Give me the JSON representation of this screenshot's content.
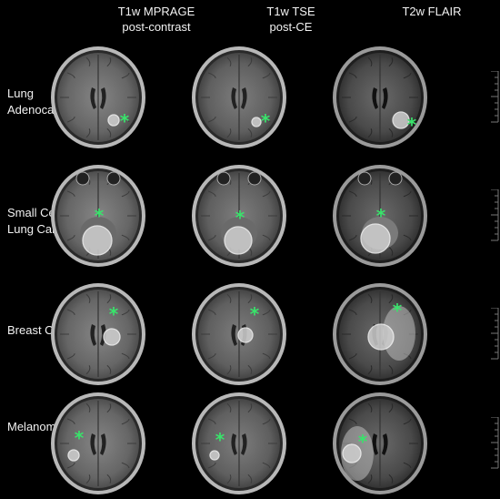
{
  "columns": [
    {
      "line1": "T1w MPRAGE",
      "line2": "post-contrast"
    },
    {
      "line1": "T1w TSE",
      "line2": "post-CE"
    },
    {
      "line1": "T2w FLAIR",
      "line2": ""
    }
  ],
  "rows": [
    {
      "line1": "Lung",
      "line2": "Adenocarcinoma"
    },
    {
      "line1": "Small Cell",
      "line2": "Lung Cancer"
    },
    {
      "line1": "Breast Cancer",
      "line2": ""
    },
    {
      "line1": "Melanoma",
      "line2": ""
    }
  ],
  "marker_glyph": "*",
  "colors": {
    "background": "#000000",
    "marker": "#39e36b",
    "text": "#f2f2f2"
  }
}
